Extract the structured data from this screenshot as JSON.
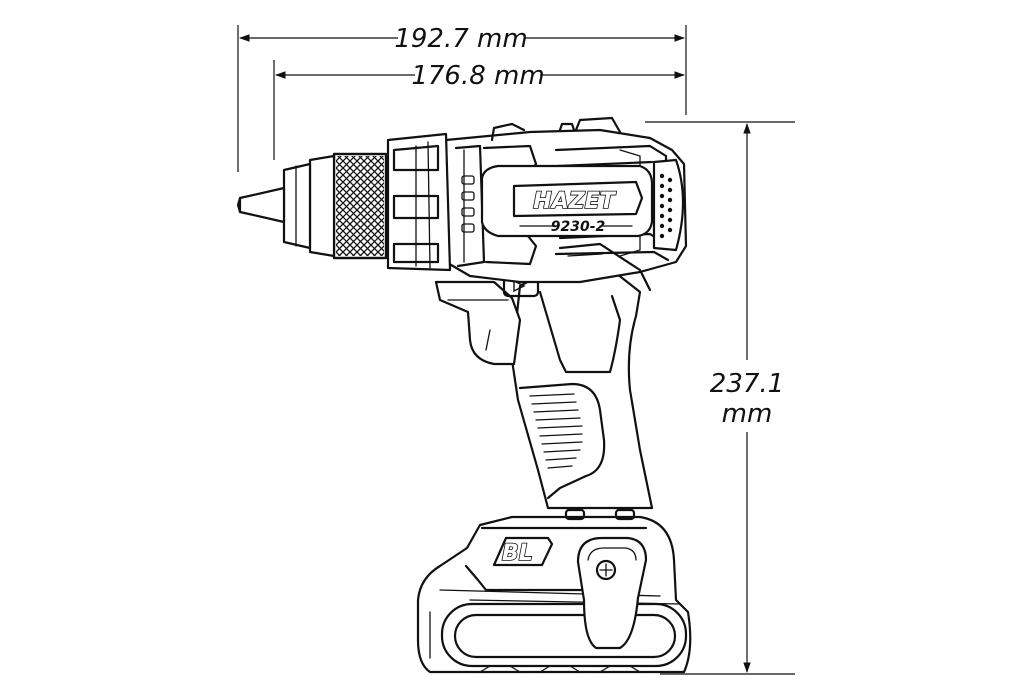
{
  "dimensions": {
    "overall_length": "192.7 mm",
    "body_length": "176.8 mm",
    "height_value": "237.1",
    "height_unit": "mm"
  },
  "labels": {
    "brand": "HAZET",
    "model": "9230-2",
    "battery_badge": "BL"
  },
  "colors": {
    "line": "#111111",
    "background": "#ffffff"
  }
}
